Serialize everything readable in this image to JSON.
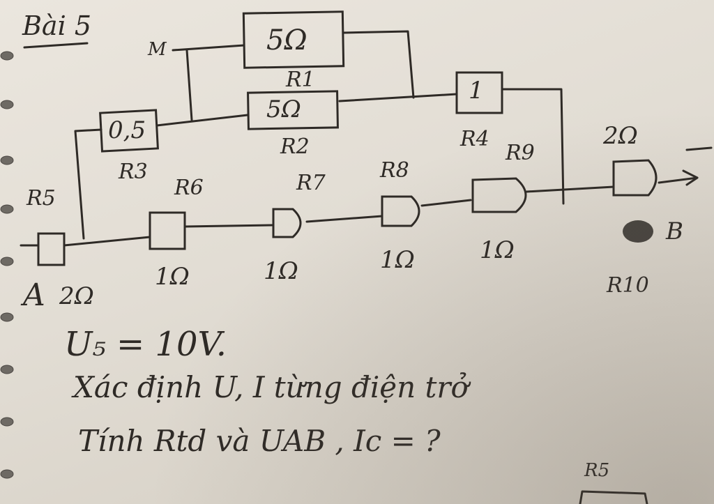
{
  "title": "Bài 5",
  "resistors": {
    "r1": {
      "label": "R1",
      "value": "5Ω"
    },
    "r2": {
      "label": "R2",
      "value": "5Ω"
    },
    "r3": {
      "label": "R3",
      "value": "0,5"
    },
    "r4": {
      "label": "R4",
      "value": "1"
    },
    "r5": {
      "label": "R5",
      "value": "2Ω"
    },
    "r6": {
      "label": "R6",
      "value": "1Ω"
    },
    "r7": {
      "label": "R7",
      "value": "1Ω"
    },
    "r8": {
      "label": "R8",
      "value": "1Ω"
    },
    "r9": {
      "label": "R9",
      "value": "1Ω"
    },
    "r10": {
      "label": "R10",
      "value": "2Ω"
    }
  },
  "nodes": {
    "a": "A",
    "b": "B",
    "m": "M"
  },
  "problem": {
    "line1": "U₅ = 10V.",
    "line2": "Xác định U, I từng điện trở",
    "line3": "Tính Rtd và UAB , Ic = ?"
  },
  "bottom_label": "R5"
}
